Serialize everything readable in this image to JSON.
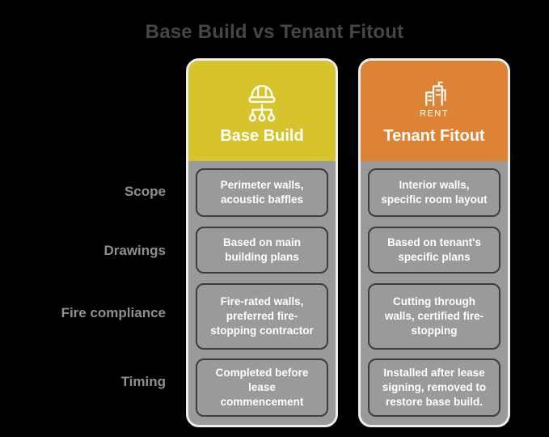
{
  "title": {
    "text": "Base Build vs Tenant Fitout"
  },
  "rows": [
    {
      "label": "Scope"
    },
    {
      "label": "Drawings"
    },
    {
      "label": "Fire compliance"
    },
    {
      "label": "Timing"
    }
  ],
  "columns": [
    {
      "header": {
        "label": "Base Build",
        "icon": "hard-hat-icon"
      },
      "cells": [
        "Perimeter walls, acoustic baffles",
        "Based on main building plans",
        "Fire-rated walls, preferred fire-stopping contractor",
        "Completed before lease commencement"
      ]
    },
    {
      "header": {
        "label": "Tenant Fitout",
        "icon": "rent-buildings-icon",
        "icon_text": "RENT"
      },
      "cells": [
        "Interior walls, specific room layout",
        "Based on tenant's specific plans",
        "Cutting through walls, certified fire-stopping",
        "Installed after lease signing, removed to restore base build."
      ]
    }
  ],
  "colors": {
    "background": "#000000",
    "title_text": "#464646",
    "row_label_text": "#8f8f8f",
    "base_build_header": "#d7c32b",
    "tenant_fitout_header": "#dd8334",
    "card_body": "#9a9a9a",
    "card_border": "#ededed",
    "cell_border": "#3d3d3d",
    "cell_text": "#ffffff"
  }
}
